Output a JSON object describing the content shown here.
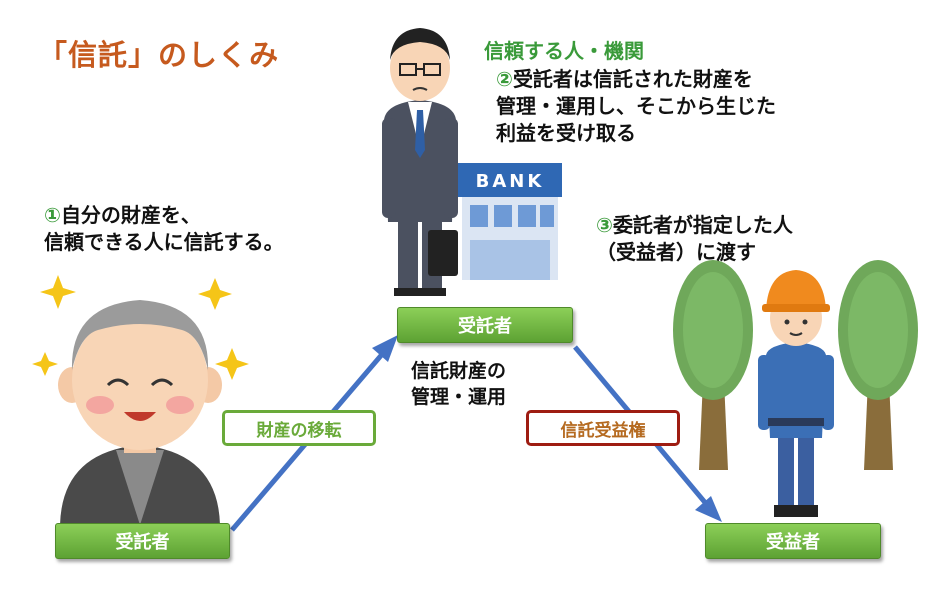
{
  "title": "「信託」のしくみ",
  "trustee_heading": "信頼する人・機関",
  "step1": {
    "num": "①",
    "line1": "自分の財産を、",
    "line2": "信頼できる人に信託する。"
  },
  "step2": {
    "num": "②",
    "line1": "受託者は信託された財産を",
    "line2": "管理・運用し、そこから生じた",
    "line3": "利益を受け取る"
  },
  "step3": {
    "num": "③",
    "line1": "委託者が指定した人",
    "line2": "（受益者）に渡す"
  },
  "boxes": {
    "left": "受託者",
    "center": "受託者",
    "right": "受益者"
  },
  "arrow_labels": {
    "transfer": "財産の移転",
    "beneficial": "信託受益権"
  },
  "center_note": {
    "line1": "信託財産の",
    "line2": "管理・運用"
  },
  "bank_sign": "BANK",
  "colors": {
    "title": "#c65a1e",
    "accent_green": "#3a9a3a",
    "arrow": "#4472c4",
    "box_green": "#6db33f",
    "tag_red": "#9e1c12"
  }
}
